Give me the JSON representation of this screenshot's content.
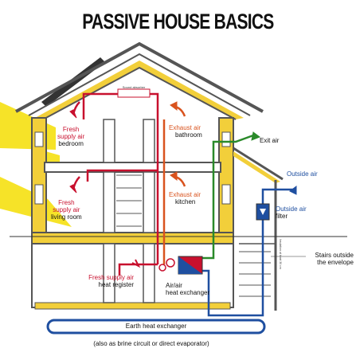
{
  "title": "PASSIVE HOUSE BASICS",
  "labels": {
    "sound_absorber": "Sound absorber",
    "fresh_supply_bedroom": [
      "Fresh",
      "supply air",
      "bedroom"
    ],
    "exhaust_bathroom": [
      "Exhaust air",
      "bathroom"
    ],
    "exit_air": "Exit air",
    "outside_air": "Outside air",
    "outside_air_filter": [
      "Outside air",
      "filter"
    ],
    "fresh_supply_living": [
      "Fresh",
      "supply air",
      "living room"
    ],
    "exhaust_kitchen": [
      "Exhaust air",
      "kitchen"
    ],
    "stairs_outside": [
      "Stairs outside",
      "the envelope"
    ],
    "fresh_supply_heat": [
      "Fresh supply air",
      "heat register"
    ],
    "air_heat_exchanger": [
      "Air/air",
      "heat exchanger"
    ],
    "earth_heat_exchanger": "Earth heat exchanger",
    "brine_note": "(also as brine circuit or direct evaporator)",
    "side_note": "Insulation at least 30 cm"
  },
  "colors": {
    "supply": "#c8102e",
    "exhaust": "#d9531e",
    "exit": "#2a8a2a",
    "outside": "#1f4fa0",
    "insulation": "#f2cf3a",
    "sun": "#f6e21c",
    "wall": "#555555"
  },
  "icons": [
    "sun-rays",
    "roof-solar-panel",
    "heat-exchanger",
    "filter-box",
    "staircase"
  ]
}
